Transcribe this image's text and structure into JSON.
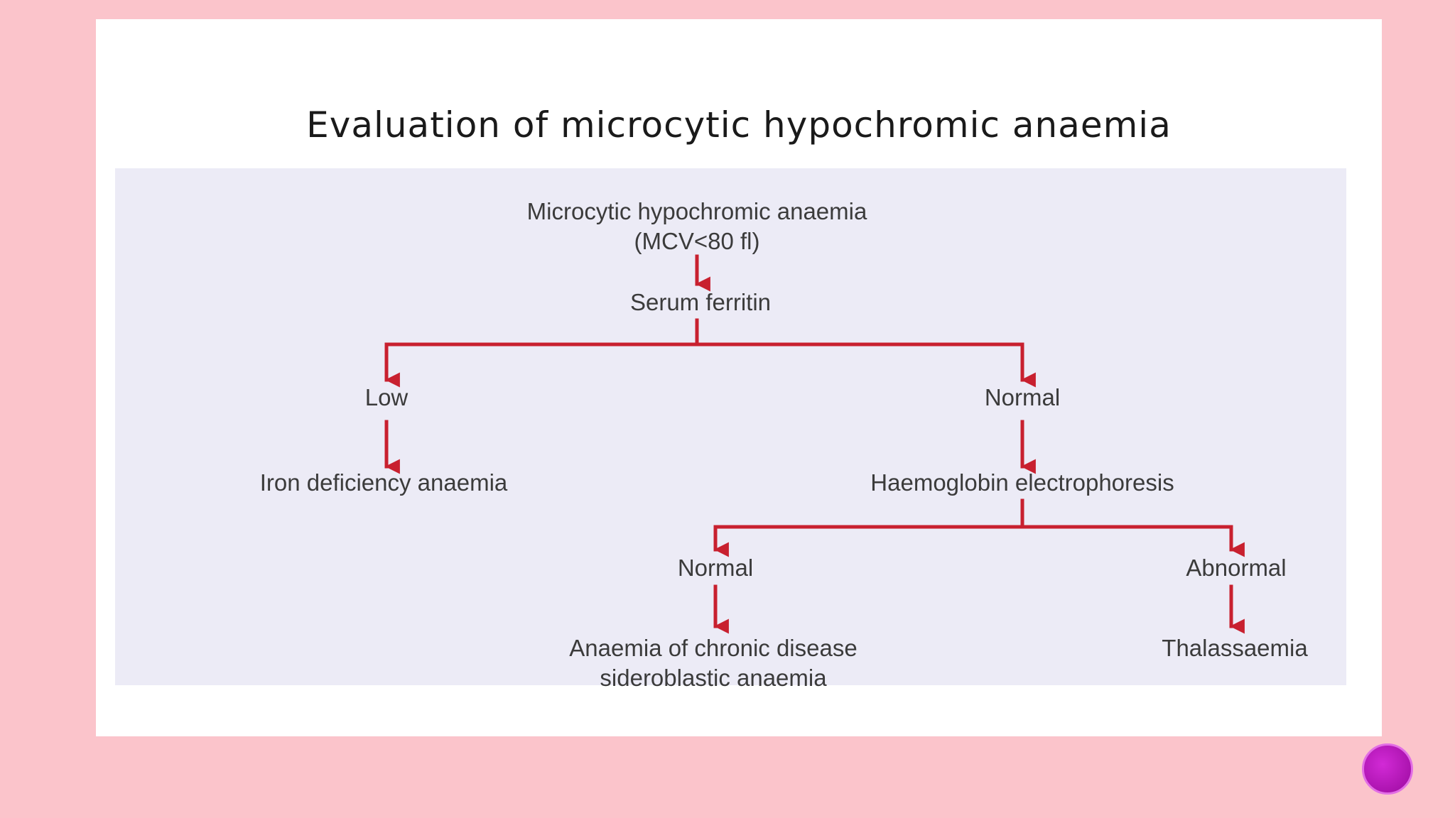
{
  "slide": {
    "title": "Evaluation of microcytic hypochromic anaemia"
  },
  "diagram": {
    "colors": {
      "arrow": "#c8202f",
      "panel": "#ecebf6",
      "text": "#3b3b3b"
    },
    "nodes": {
      "root": {
        "line1": "Microcytic hypochromic anaemia",
        "line2": "(MCV<80 fl)"
      },
      "serum_ferritin": "Serum ferritin",
      "low": "Low",
      "normal_ferritin": "Normal",
      "iron_deficiency": "Iron deficiency anaemia",
      "hb_electrophoresis": "Haemoglobin electrophoresis",
      "normal_hb": "Normal",
      "abnormal_hb": "Abnormal",
      "chronic_disease": {
        "line1": "Anaemia of chronic disease",
        "line2": "sideroblastic anaemia"
      },
      "thalassaemia": "Thalassaemia"
    }
  },
  "branding": {
    "logo_icon": "logo-badge-icon"
  }
}
